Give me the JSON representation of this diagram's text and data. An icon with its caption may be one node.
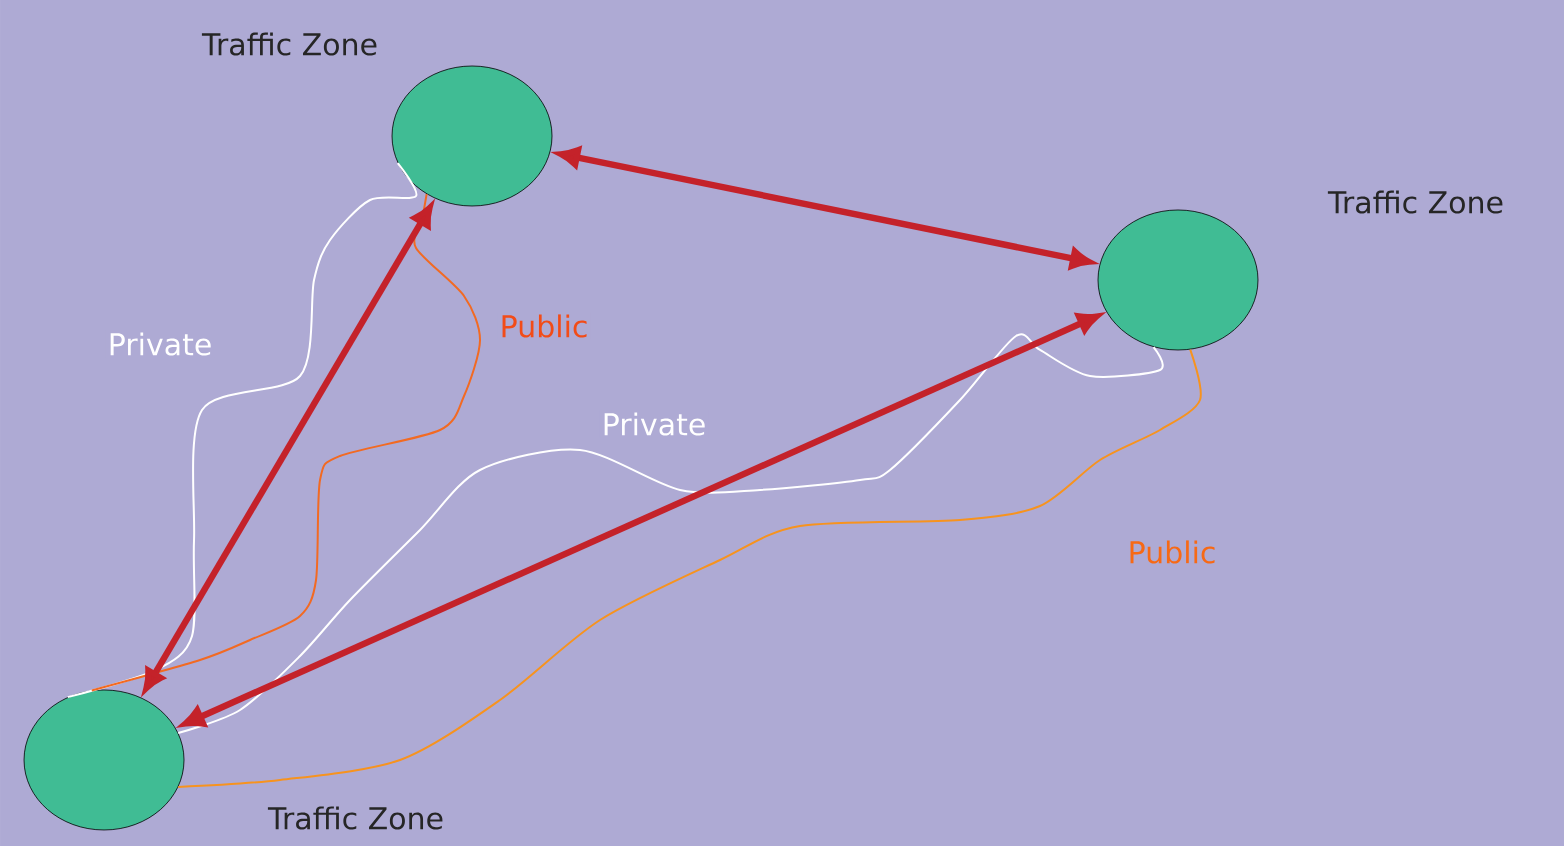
{
  "diagram": {
    "nodes": [
      {
        "text": [
          "Traffic Zone"
        ]
      },
      {
        "text": [
          "Traffic Zone"
        ]
      },
      {
        "text": [
          "Traffic Zone"
        ]
      }
    ],
    "edges": [
      {
        "from": 0,
        "to": 1,
        "arrow": "both",
        "style": "thick"
      },
      {
        "from": 2,
        "to": 0,
        "arrow": "both",
        "style": "thick"
      },
      {
        "from": 2,
        "to": 1,
        "arrow": "both",
        "style": "thick"
      },
      {
        "from": 2,
        "to": 0,
        "arrow": "none",
        "label": "Private",
        "color": "#ffffff"
      },
      {
        "from": 2,
        "to": 0,
        "arrow": "none",
        "label": "Public",
        "color": "#f26a22"
      },
      {
        "from": 2,
        "to": 1,
        "arrow": "none",
        "label": "Private",
        "color": "#ffffff"
      },
      {
        "from": 2,
        "to": 1,
        "arrow": "none",
        "label": "Public",
        "color": "#f7931e"
      }
    ]
  }
}
